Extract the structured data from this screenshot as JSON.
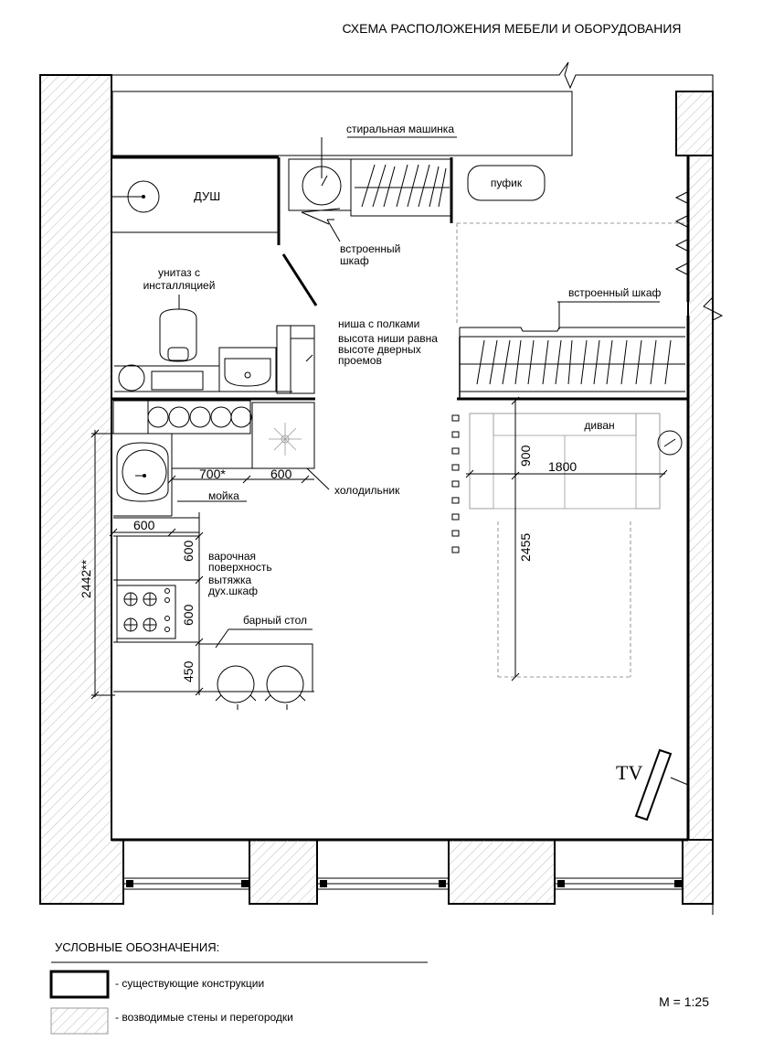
{
  "title": "СХЕМА РАСПОЛОЖЕНИЯ МЕБЕЛИ И ОБОРУДОВАНИЯ",
  "labels": {
    "washer": "стиральная машинка",
    "shower": "ДУШ",
    "pouf": "пуфик",
    "wardrobe1_l1": "встроенный",
    "wardrobe1_l2": "шкаф",
    "toilet_l1": "унитаз с",
    "toilet_l2": "инсталляцией",
    "wardrobe2": "встроенный шкаф",
    "niche_l1": "ниша с полками",
    "niche_l2": "высота ниши равна",
    "niche_l3": "высоте дверных",
    "niche_l4": "проемов",
    "sofa": "диван",
    "fridge": "холодильник",
    "sink": "мойка",
    "hob_l1": "варочная",
    "hob_l2": "поверхность",
    "hood": "вытяжка",
    "oven": "дух.шкаф",
    "bar_table": "барный стол",
    "tv": "TV"
  },
  "dimensions": {
    "d700": "700*",
    "d600_top": "600",
    "d600_left": "600",
    "d600_v1": "600",
    "d600_v2": "600",
    "d450": "450",
    "d2442": "2442**",
    "d900": "900",
    "d1800": "1800",
    "d2455": "2455"
  },
  "legend": {
    "heading": "УСЛОВНЫЕ ОБОЗНАЧЕНИЯ:",
    "existing": "- существующие конструкции",
    "new_walls": "- возводимые стены и перегородки"
  },
  "scale": "М = 1:25"
}
